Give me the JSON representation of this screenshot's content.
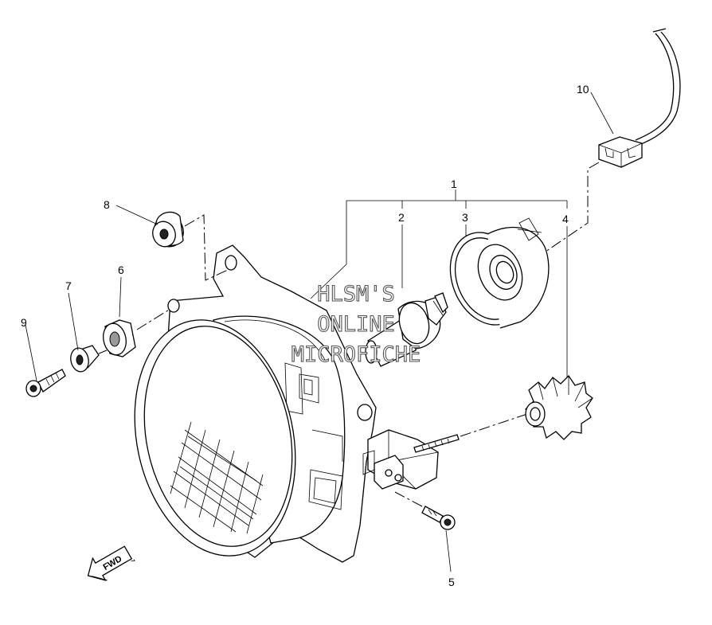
{
  "diagram": {
    "callouts": [
      {
        "id": "c1",
        "label": "1"
      },
      {
        "id": "c2",
        "label": "2"
      },
      {
        "id": "c3",
        "label": "3"
      },
      {
        "id": "c4",
        "label": "4"
      },
      {
        "id": "c5",
        "label": "5"
      },
      {
        "id": "c6",
        "label": "6"
      },
      {
        "id": "c7",
        "label": "7"
      },
      {
        "id": "c8",
        "label": "8"
      },
      {
        "id": "c9",
        "label": "9"
      },
      {
        "id": "c10",
        "label": "10"
      }
    ],
    "fwd_label": "FWD",
    "watermark": {
      "line1": "HLSM'S",
      "line2": "ONLINE",
      "line3": "MICROFICHE"
    }
  }
}
